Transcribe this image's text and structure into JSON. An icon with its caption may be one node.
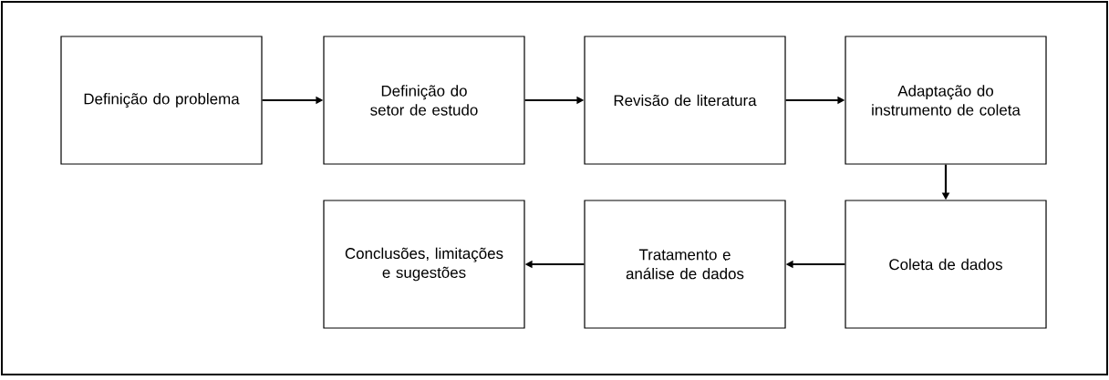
{
  "diagram": {
    "nodes": [
      {
        "text": [
          "Definição do problema"
        ]
      },
      {
        "text": [
          "Definição do setor de estudo"
        ]
      },
      {
        "text": [
          "Revisão de literatura"
        ]
      },
      {
        "text": [
          "Adaptação do instrumento de coleta"
        ]
      },
      {
        "text": [
          "Coleta de dados"
        ]
      },
      {
        "text": [
          "Tratamento e análise de dados"
        ]
      },
      {
        "text": [
          "Conclusões, limitações e sugestões"
        ]
      }
    ],
    "edges": [
      {
        "from": 0,
        "to": 1,
        "arrow": "to"
      },
      {
        "from": 1,
        "to": 2,
        "arrow": "to"
      },
      {
        "from": 2,
        "to": 3,
        "arrow": "to"
      },
      {
        "from": 3,
        "to": 4,
        "arrow": "to"
      },
      {
        "from": 4,
        "to": 5,
        "arrow": "to"
      },
      {
        "from": 5,
        "to": 6,
        "arrow": "to"
      }
    ]
  }
}
